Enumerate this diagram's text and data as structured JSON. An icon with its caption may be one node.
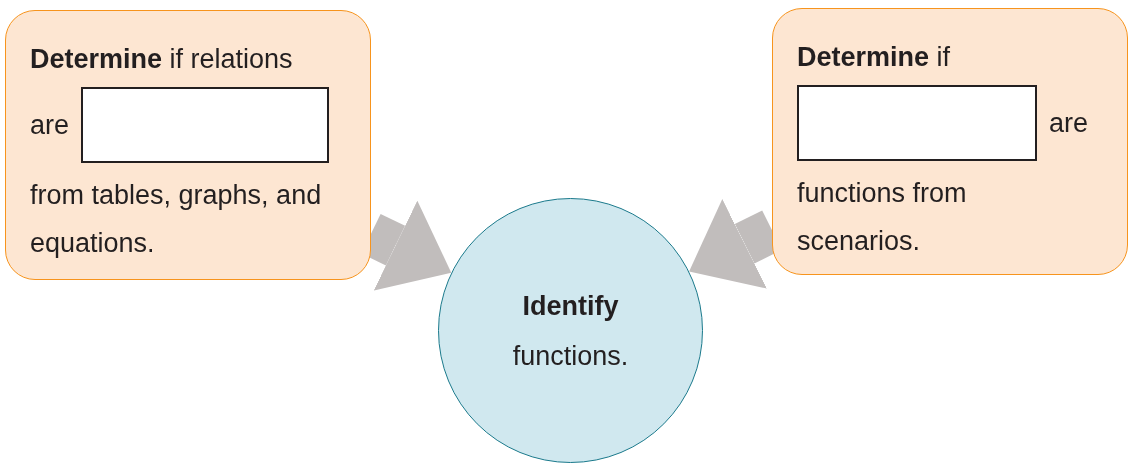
{
  "diagram": {
    "nodes": [
      {
        "text": [
          "**Determine** if relations",
          "are",
          "from tables, graphs, and equations."
        ]
      },
      {
        "text": [
          "**Determine** if",
          "are",
          "functions from scenarios."
        ]
      },
      {
        "text": [
          "Identify",
          "functions."
        ]
      }
    ],
    "edges": [
      {
        "from": 0,
        "to": 2,
        "arrow": "to"
      },
      {
        "from": 1,
        "to": 2,
        "arrow": "to"
      }
    ]
  }
}
